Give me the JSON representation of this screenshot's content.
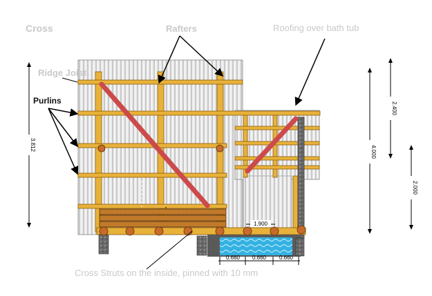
{
  "title": "Cross",
  "labels": {
    "rafters": "Rafters",
    "roofing": "Roofing over bath tub",
    "ridge_joist": "Ridge Joist",
    "purlins": "Purlins",
    "cross_struts": "Cross Struts on the inside, pinned with 10 mm"
  },
  "dimensions": {
    "left_height": "3.812",
    "right_height_total": "4.000",
    "right_height_upper": "2.400",
    "right_height_lower": "2.000",
    "tub_width": "1.900",
    "bottom_1": "0.660",
    "bottom_2": "0.660",
    "bottom_3": "0.660"
  },
  "colors": {
    "timber": "#e8b23a",
    "timber_edge": "#8a5a10",
    "strut": "#cc4a4a",
    "sheet": "#e4e4e4",
    "water": "#3ab5e6",
    "log": "#c07a2a"
  }
}
